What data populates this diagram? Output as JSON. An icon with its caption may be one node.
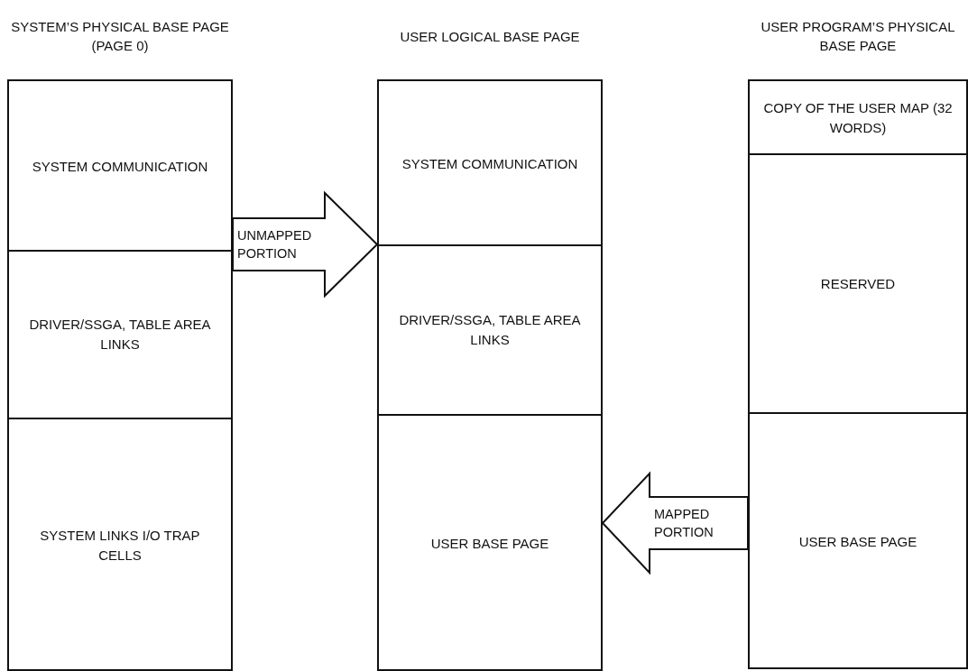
{
  "diagram": {
    "nodes": [
      {
        "text": [
          "SYSTEM’S PHYSICAL BASE PAGE (PAGE 0)"
        ]
      },
      {
        "text": [
          "SYSTEM COMMUNICATION"
        ],
        "in": 0
      },
      {
        "text": [
          "DRIVER/SSGA, TABLE AREA LINKS"
        ],
        "in": 0
      },
      {
        "text": [
          "SYSTEM LINKS I/O TRAP CELLS"
        ],
        "in": 0
      },
      {
        "text": [
          "USER LOGICAL BASE PAGE"
        ]
      },
      {
        "text": [
          "SYSTEM COMMUNICATION"
        ],
        "in": 4
      },
      {
        "text": [
          "DRIVER/SSGA, TABLE AREA LINKS"
        ],
        "in": 4
      },
      {
        "text": [
          "USER BASE PAGE"
        ],
        "in": 4
      },
      {
        "text": [
          "USER PROGRAM’S PHYSICAL BASE PAGE"
        ]
      },
      {
        "text": [
          "COPY OF THE USER MAP (32 WORDS)"
        ],
        "in": 8
      },
      {
        "text": [
          "RESERVED"
        ],
        "in": 8
      },
      {
        "text": [
          "USER BASE PAGE"
        ],
        "in": 8
      }
    ],
    "edges": [
      {
        "from": 0,
        "to": 4,
        "arrow": "to",
        "label": "UNMAPPED PORTION",
        "style": "thick"
      },
      {
        "from": 11,
        "to": 7,
        "arrow": "to",
        "label": "MAPPED PORTION",
        "style": "thick"
      }
    ]
  }
}
